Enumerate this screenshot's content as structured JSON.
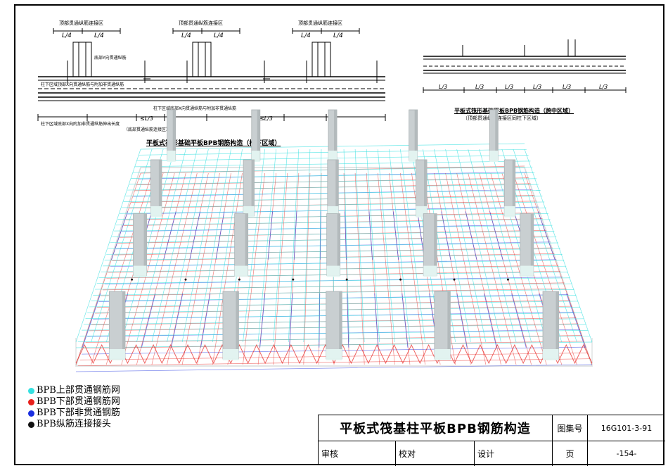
{
  "top_left_detail": {
    "caption": "平板式筏形基础平板BPB钢筋构造（柱下区域）",
    "segment_label": "L/4",
    "third_label": "≤L/3",
    "headers": [
      "顶部贯通纵筋连接区",
      "顶部贯通纵筋连接区",
      "顶部贯通纵筋连接区"
    ],
    "notes": [
      "柱下区域顶部X向贯通纵筋与附加非贯通纵筋",
      "底部Y向贯通纵筋",
      "柱下区域底部X向贯通纵筋与附加非贯通纵筋",
      "柱下区域底部X向附加非贯通纵筋伸出长度"
    ],
    "bottom_note": "（底部贯通纵筋连接区）"
  },
  "top_right_detail": {
    "caption": "平板式筏形基础平板BPB钢筋构造（跨中区域）",
    "subcaption": "（顶部贯通纵筋连接区同柱下区域）",
    "third_label": "L/3"
  },
  "legend": [
    {
      "label": "BPB上部贯通钢筋网",
      "color": "#35e0e0"
    },
    {
      "label": "BPB下部贯通钢筋网",
      "color": "#e8201c"
    },
    {
      "label": "BPB下部非贯通钢筋",
      "color": "#1a2fe0"
    },
    {
      "label": "BPB纵筋连接接头",
      "color": "#111111"
    }
  ],
  "title_block": {
    "title": "平板式筏基柱平板BPB钢筋构造",
    "atlas_label": "图集号",
    "atlas_value": "16G101-3-91",
    "review": "审核",
    "check": "校对",
    "design": "设计",
    "page_label": "页",
    "page_value": "-154-"
  },
  "colors": {
    "top_mesh": "#35e0e0",
    "bottom_mesh": "#e8201c",
    "bottom_extra": "#1a2fe0",
    "column": "#c9cfd1",
    "slab_edge": "#d8dcdc"
  }
}
